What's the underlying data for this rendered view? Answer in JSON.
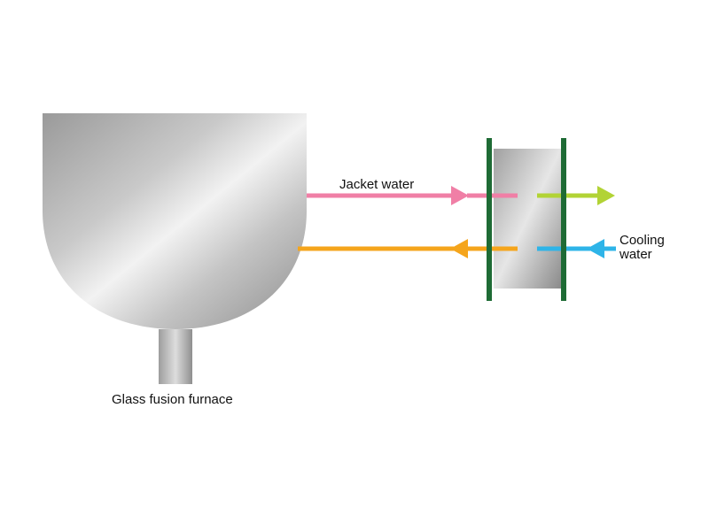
{
  "diagram": {
    "furnace_label": "Glass fusion furnace",
    "jacket_water_label": "Jacket water",
    "cooling_water_label_line1": "Cooling",
    "cooling_water_label_line2": "water"
  },
  "colors": {
    "plate_green": "#1e6b35",
    "jacket_hot": "#f07fa6",
    "jacket_return": "#f5a51c",
    "cooling_in": "#2eb4e8",
    "cooling_out": "#b2d335",
    "metal_light": "#eeeeee",
    "metal_dark": "#8e8e8e"
  }
}
